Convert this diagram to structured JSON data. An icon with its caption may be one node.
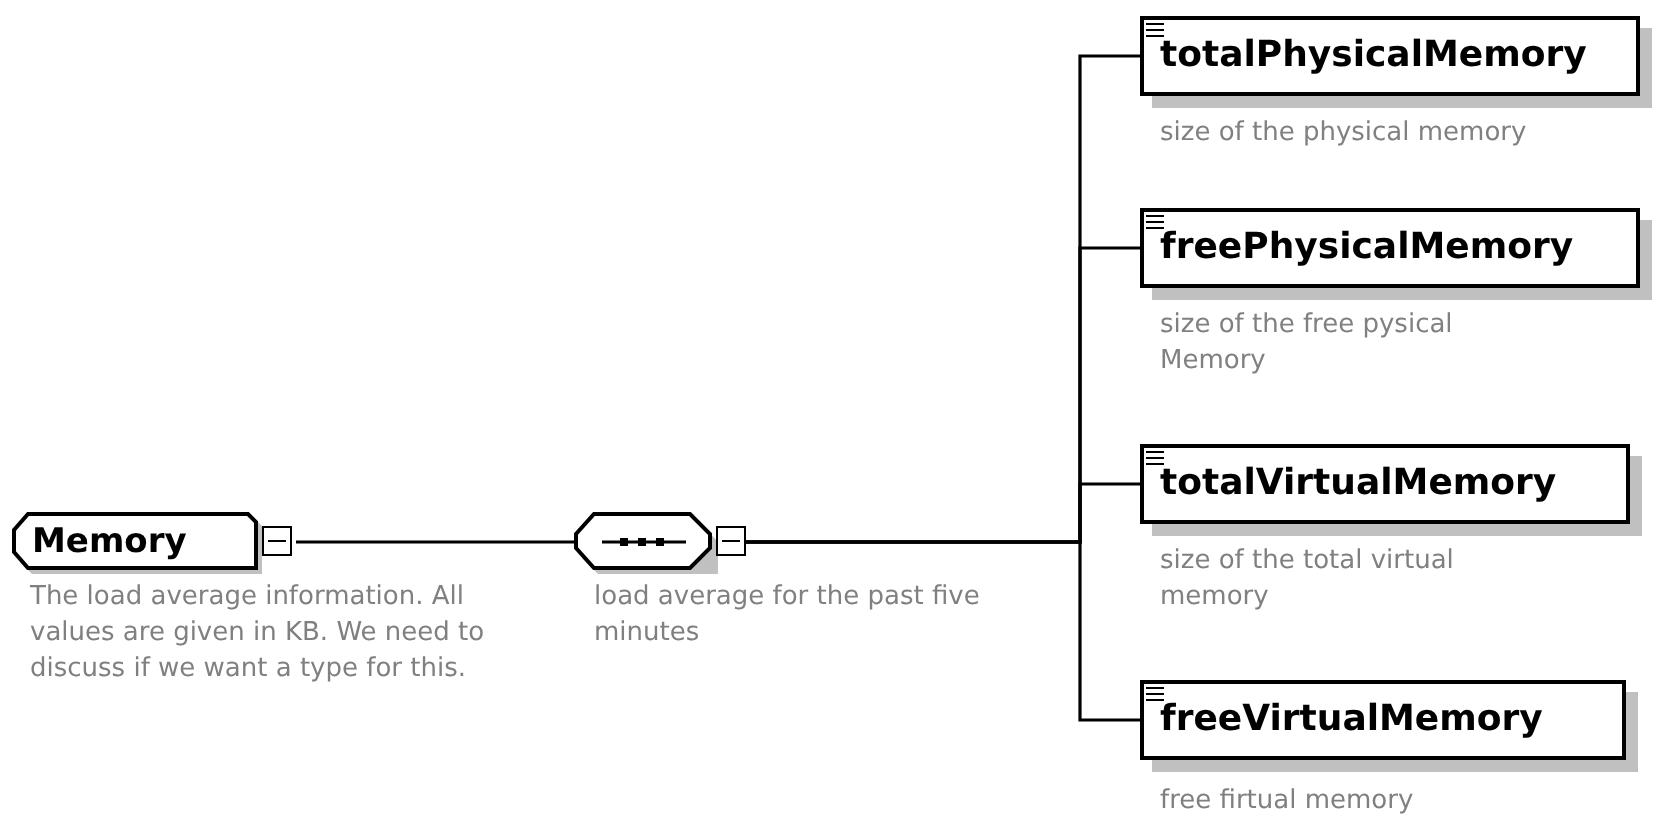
{
  "diagram": {
    "nodes": [
      {
        "text": [
          "Memory"
        ],
        "beside": [
          "The load average information. All values are given in KB. We need to discuss if we want a type for this."
        ]
      },
      {
        "text": [],
        "shape": "octagon",
        "beside": [
          "load average for the past five minutes"
        ]
      },
      {
        "text": [
          "totalPhysicalMemory"
        ],
        "beside": [
          "size of the physical memory"
        ]
      },
      {
        "text": [
          "freePhysicalMemory"
        ],
        "beside": [
          "size of the free pysical Memory"
        ]
      },
      {
        "text": [
          "totalVirtualMemory"
        ],
        "beside": [
          "size of the total virtual memory"
        ]
      },
      {
        "text": [
          "freeVirtualMemory"
        ],
        "beside": [
          "free firtual memory"
        ]
      }
    ],
    "edges": [
      {
        "from": 0,
        "to": 1,
        "arrow": "none"
      },
      {
        "from": 1,
        "to": 2,
        "arrow": "none"
      },
      {
        "from": 1,
        "to": 3,
        "arrow": "none"
      },
      {
        "from": 1,
        "to": 4,
        "arrow": "none"
      },
      {
        "from": 1,
        "to": 5,
        "arrow": "none"
      }
    ]
  }
}
